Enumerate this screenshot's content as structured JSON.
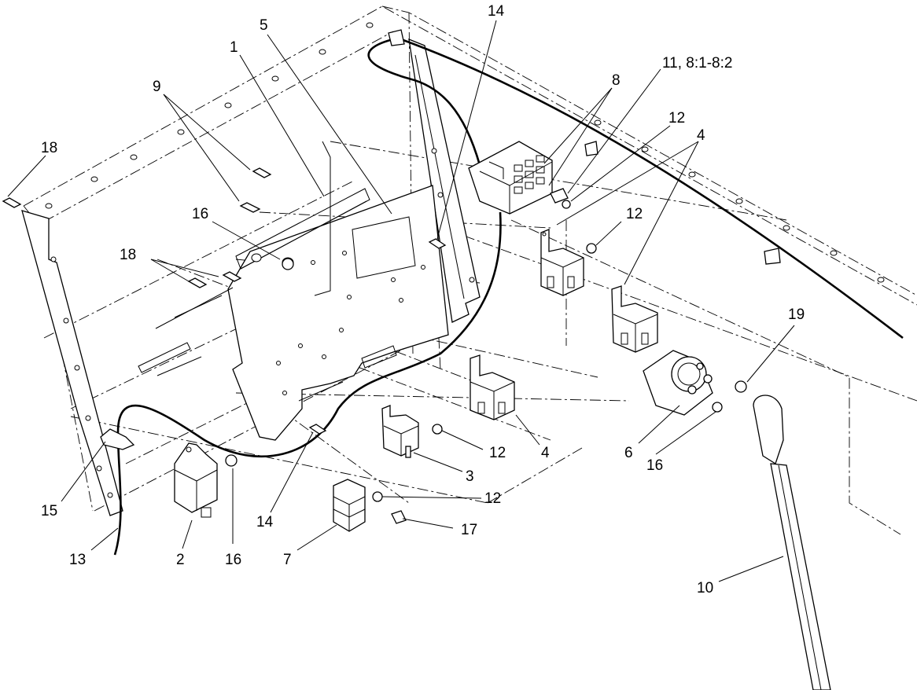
{
  "diagram": {
    "callouts": [
      {
        "id": "c-1",
        "text": "1"
      },
      {
        "id": "c-5",
        "text": "5"
      },
      {
        "id": "c-14-top",
        "text": "14"
      },
      {
        "id": "c-8",
        "text": "8"
      },
      {
        "id": "c-11",
        "text": "11, 8:1-8:2"
      },
      {
        "id": "c-12-a",
        "text": "12"
      },
      {
        "id": "c-4-top",
        "text": "4"
      },
      {
        "id": "c-9",
        "text": "9"
      },
      {
        "id": "c-18-top",
        "text": "18"
      },
      {
        "id": "c-16-top",
        "text": "16"
      },
      {
        "id": "c-12-b",
        "text": "12"
      },
      {
        "id": "c-18-mid",
        "text": "18"
      },
      {
        "id": "c-19",
        "text": "19"
      },
      {
        "id": "c-12-c",
        "text": "12"
      },
      {
        "id": "c-4-bot",
        "text": "4"
      },
      {
        "id": "c-3",
        "text": "3"
      },
      {
        "id": "c-6",
        "text": "6"
      },
      {
        "id": "c-16-right",
        "text": "16"
      },
      {
        "id": "c-12-d",
        "text": "12"
      },
      {
        "id": "c-17",
        "text": "17"
      },
      {
        "id": "c-15",
        "text": "15"
      },
      {
        "id": "c-14-bot",
        "text": "14"
      },
      {
        "id": "c-13",
        "text": "13"
      },
      {
        "id": "c-2",
        "text": "2"
      },
      {
        "id": "c-16-bot",
        "text": "16"
      },
      {
        "id": "c-7",
        "text": "7"
      },
      {
        "id": "c-10",
        "text": "10"
      }
    ]
  }
}
